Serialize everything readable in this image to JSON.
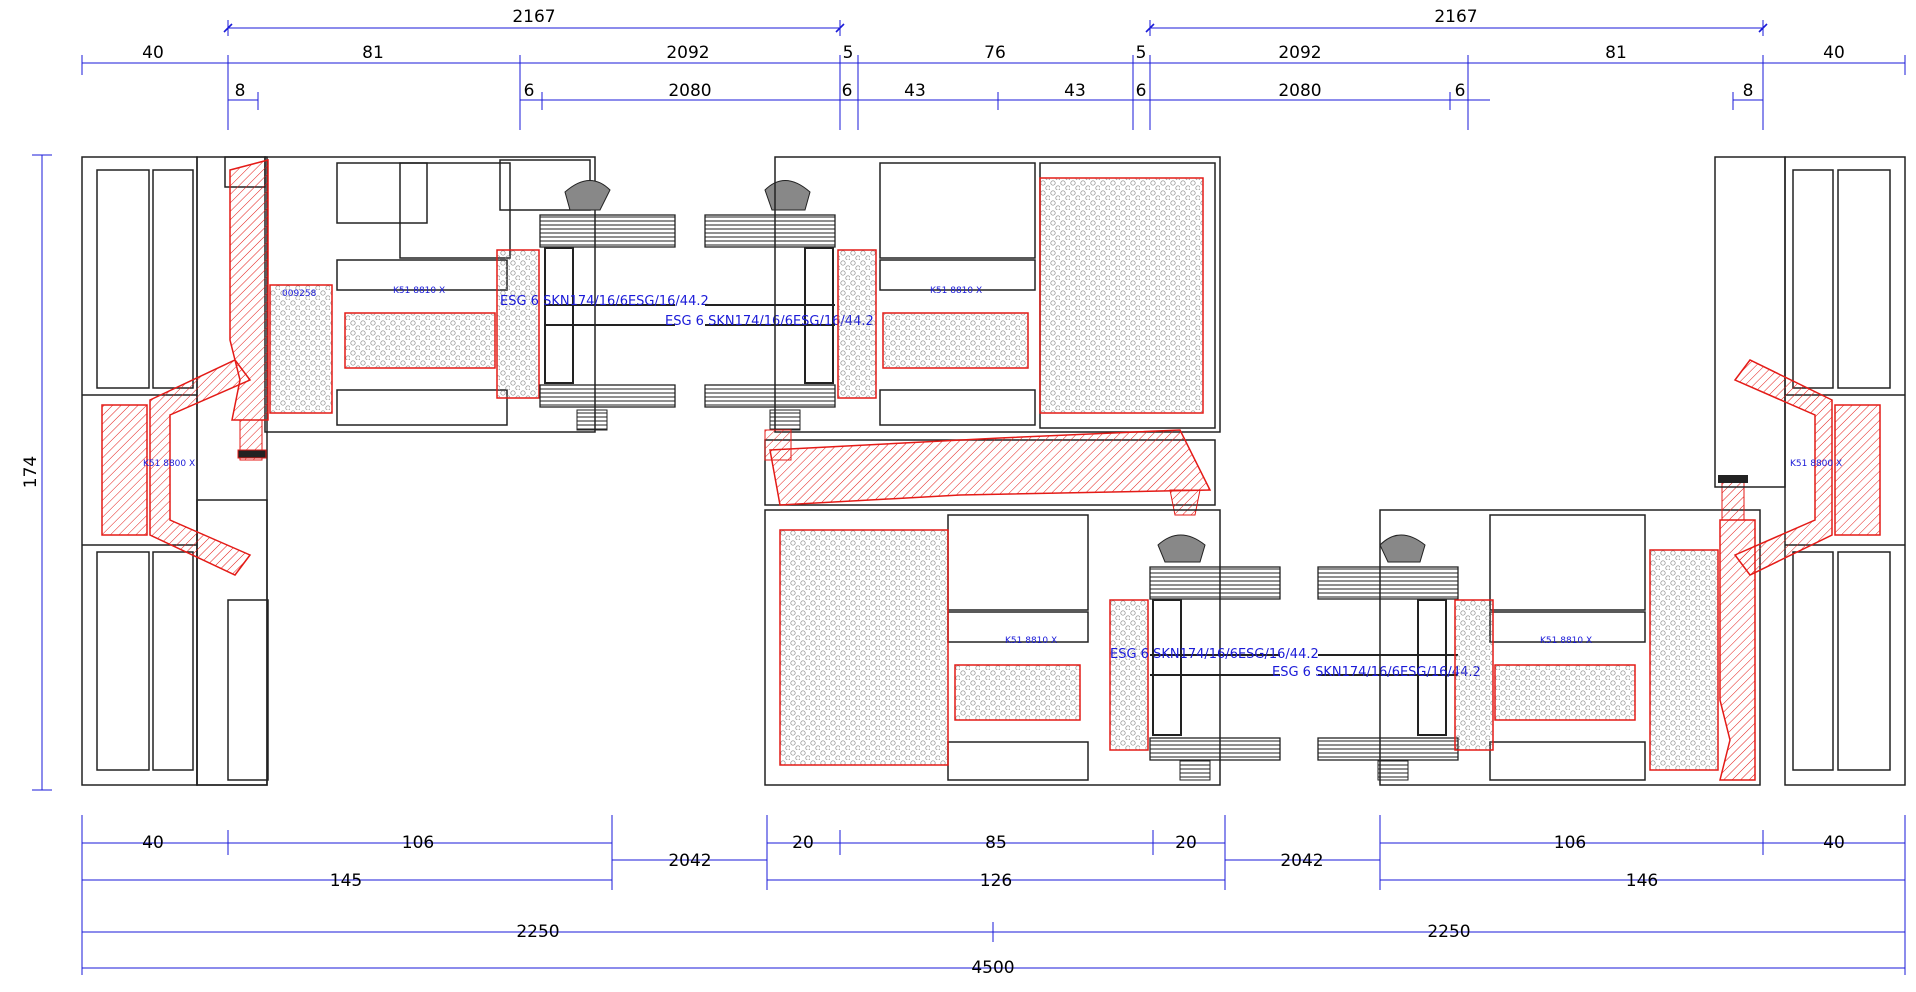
{
  "colors": {
    "dimension_line": "#1a1ad8",
    "profile_line": "#222222",
    "thermal_break": "#e41b17",
    "fill_pattern": "#888888",
    "background": "#ffffff"
  },
  "dimensions": {
    "top_row1": [
      {
        "id": "t1-left-2167",
        "text": "2167"
      },
      {
        "id": "t1-right-2167",
        "text": "2167"
      }
    ],
    "top_row2": [
      {
        "id": "t2-40-left",
        "text": "40"
      },
      {
        "id": "t2-81-left",
        "text": "81"
      },
      {
        "id": "t2-2092-left",
        "text": "2092"
      },
      {
        "id": "t2-5-left",
        "text": "5"
      },
      {
        "id": "t2-76",
        "text": "76"
      },
      {
        "id": "t2-5-right",
        "text": "5"
      },
      {
        "id": "t2-2092-right",
        "text": "2092"
      },
      {
        "id": "t2-81-right",
        "text": "81"
      },
      {
        "id": "t2-40-right",
        "text": "40"
      }
    ],
    "top_row3": [
      {
        "id": "t3-8-left",
        "text": "8"
      },
      {
        "id": "t3-6-a",
        "text": "6"
      },
      {
        "id": "t3-2080-left",
        "text": "2080"
      },
      {
        "id": "t3-6-b",
        "text": "6"
      },
      {
        "id": "t3-43-a",
        "text": "43"
      },
      {
        "id": "t3-43-b",
        "text": "43"
      },
      {
        "id": "t3-6-c",
        "text": "6"
      },
      {
        "id": "t3-2080-right",
        "text": "2080"
      },
      {
        "id": "t3-6-d",
        "text": "6"
      },
      {
        "id": "t3-8-right",
        "text": "8"
      }
    ],
    "left_vertical": {
      "text": "174"
    },
    "bottom_row1": [
      {
        "id": "b1-40-left",
        "text": "40"
      },
      {
        "id": "b1-106-left",
        "text": "106"
      },
      {
        "id": "b1-20-a",
        "text": "20"
      },
      {
        "id": "b1-85",
        "text": "85"
      },
      {
        "id": "b1-20-b",
        "text": "20"
      },
      {
        "id": "b1-106-right",
        "text": "106"
      },
      {
        "id": "b1-40-right",
        "text": "40"
      }
    ],
    "bottom_row2": [
      {
        "id": "b2-2042-left",
        "text": "2042"
      },
      {
        "id": "b2-2042-right",
        "text": "2042"
      }
    ],
    "bottom_row3": [
      {
        "id": "b3-145",
        "text": "145"
      },
      {
        "id": "b3-126",
        "text": "126"
      },
      {
        "id": "b3-146",
        "text": "146"
      }
    ],
    "bottom_row4": [
      {
        "id": "b4-2250-left",
        "text": "2250"
      },
      {
        "id": "b4-2250-right",
        "text": "2250"
      }
    ],
    "bottom_row5": [
      {
        "id": "b5-4500",
        "text": "4500"
      }
    ]
  },
  "labels": {
    "gasket_top_left": "009258",
    "k51_8810_a": "K51 8810 X",
    "k51_8810_b": "K51 8810 X",
    "k51_8810_c": "K51 8810 X",
    "k51_8810_d": "K51 8810 X",
    "k51_8800_left": "K51 8800 X",
    "k51_8800_right": "K51 8800 X"
  },
  "glazing": {
    "top_left_a": "ESG 6 SKN174/16/6ESG/16/44.2",
    "top_left_b": "ESG 6 SKN174/16/6ESG/16/44.2",
    "bottom_a": "ESG 6 SKN174/16/6ESG/16/44.2",
    "bottom_b": "ESG 6 SKN174/16/6ESG/16/44.2"
  }
}
